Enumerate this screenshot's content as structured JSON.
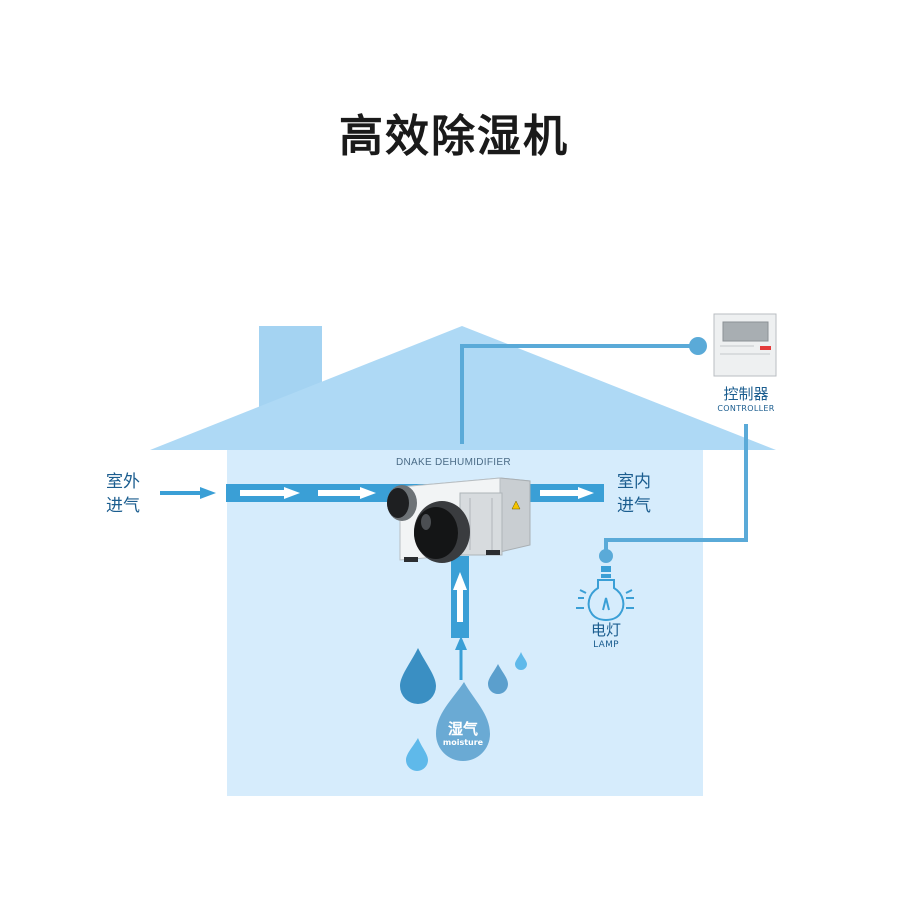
{
  "title": "高效除湿机",
  "device": {
    "name": "DNAKE DEHUMIDIFIER"
  },
  "labels": {
    "outdoor_air": {
      "line1": "室外",
      "line2": "进气"
    },
    "indoor_air": {
      "line1": "室内",
      "line2": "进气"
    },
    "controller": {
      "cn": "控制器",
      "en": "CONTROLLER"
    },
    "lamp": {
      "cn": "电灯",
      "en": "LAMP"
    },
    "moisture": {
      "cn": "湿气",
      "en": "moisture"
    }
  },
  "icons": [
    "house-shape",
    "chimney",
    "dehumidifier-unit",
    "controller-panel",
    "lightbulb-icon",
    "water-drop-icon",
    "arrow-icon"
  ],
  "colors": {
    "house_fill": "#d6ecfc",
    "roof_fill": "#aed9f5",
    "duct": "#3a9fd6",
    "wire": "#5aaad8",
    "drop_dark": "#3a8fc3",
    "drop_light": "#5fb9ea",
    "text_blue": "#1b5d8f"
  }
}
